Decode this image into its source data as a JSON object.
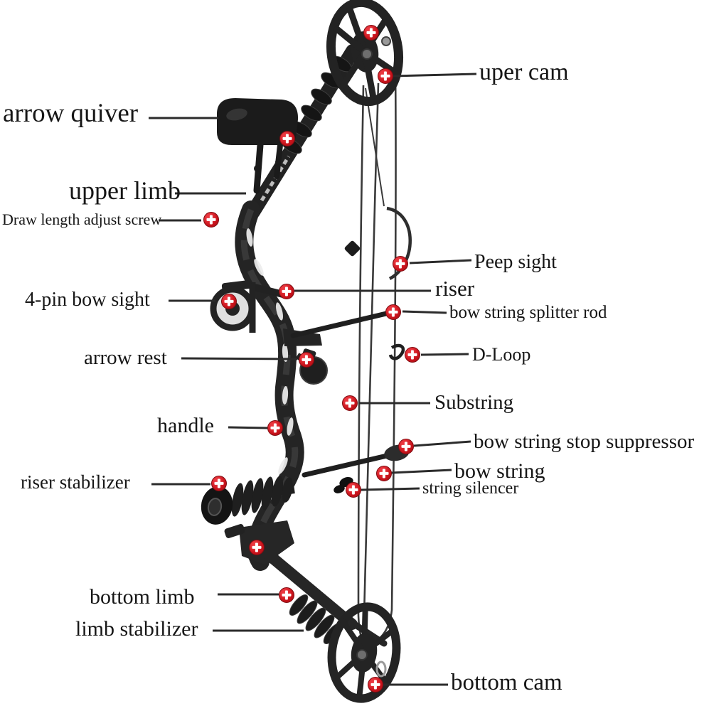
{
  "figure": {
    "type": "labeled-parts-diagram",
    "subject": "compound bow",
    "marker_symbol": "+",
    "colors": {
      "background": "#ffffff",
      "bow_body": "#242424",
      "strings": "#3a3a3a",
      "label_text": "#161616",
      "leader_line": "#2b2b2b",
      "marker_fill": "#c8131b",
      "marker_cross": "#ffffff"
    }
  },
  "labels": [
    {
      "id": "uper-cam",
      "text": "uper cam"
    },
    {
      "id": "arrow-quiver",
      "text": "arrow quiver"
    },
    {
      "id": "upper-limb",
      "text": "upper limb"
    },
    {
      "id": "draw-length-adjust-screw",
      "text": "Draw length adjust screw"
    },
    {
      "id": "four-pin-bow-sight",
      "text": "4-pin bow sight"
    },
    {
      "id": "peep-sight",
      "text": "Peep sight"
    },
    {
      "id": "riser",
      "text": "riser"
    },
    {
      "id": "bow-string-splitter-rod",
      "text": "bow string splitter rod"
    },
    {
      "id": "arrow-rest",
      "text": "arrow rest"
    },
    {
      "id": "d-loop",
      "text": "D-Loop"
    },
    {
      "id": "substring",
      "text": "Substring"
    },
    {
      "id": "handle",
      "text": "handle"
    },
    {
      "id": "bow-string-stop-suppressor",
      "text": "bow string stop suppressor"
    },
    {
      "id": "bow-string",
      "text": "bow string"
    },
    {
      "id": "string-silencer",
      "text": "string silencer"
    },
    {
      "id": "riser-stabilizer",
      "text": "riser stabilizer"
    },
    {
      "id": "bottom-limb",
      "text": "bottom limb"
    },
    {
      "id": "limb-stabilizer",
      "text": "limb stabilizer"
    },
    {
      "id": "bottom-cam",
      "text": "bottom cam"
    }
  ]
}
